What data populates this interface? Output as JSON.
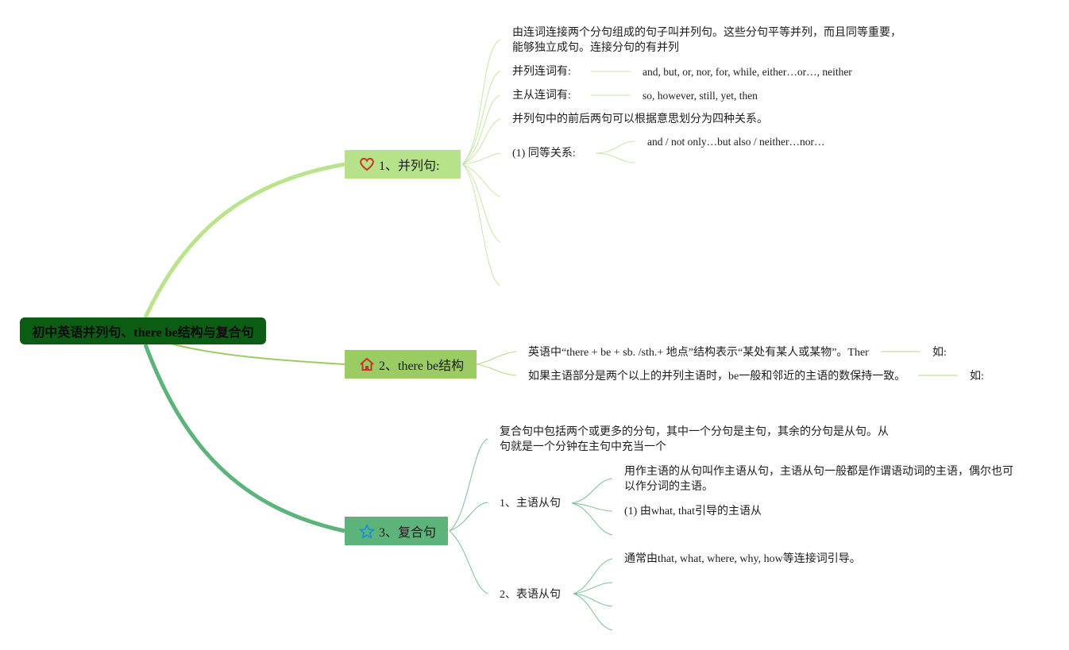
{
  "root": {
    "title": "初中英语并列句、there be结构与复合句"
  },
  "branch1": {
    "label": "1、并列句:",
    "icon": "heart-icon",
    "definition": "由连词连接两个分句组成的句子叫并列句。这些分句平等并列，而且同等重要，能够独立成句。连接分句的有并列",
    "coord_label": "并列连词有:",
    "coord_value": "and, but, or, nor, for, while, either…or…, neither",
    "sub_label": "主从连词有:",
    "sub_value": "so, however, still, yet, then",
    "relations": "并列句中的前后两句可以根据意思划分为四种关系。",
    "rel1_label": "(1) 同等关系:",
    "rel1_value": "and / not only…but also / neither…nor…"
  },
  "branch2": {
    "label": "2、there be结构",
    "icon": "house-icon",
    "line1": "英语中“there + be + sb. /sth.+ 地点”结构表示“某处有某人或某物”。Ther",
    "line1_example": "如:",
    "line2": "如果主语部分是两个以上的并列主语时，be一般和邻近的主语的数保持一致。",
    "line2_example": "如:"
  },
  "branch3": {
    "label": "3、复合句",
    "icon": "star-icon",
    "definition": "复合句中包括两个或更多的分句，其中一个分句是主句，其余的分句是从句。从句就是一个分钟在主句中充当一个",
    "subject_clause": {
      "label": "1、主语从句",
      "definition": "用作主语的从句叫作主语从句，主语从句一般都是作谓语动词的主语，偶尔也可以作分词的主语。",
      "item1": "(1) 由what, that引导的主语从"
    },
    "predicative_clause": {
      "label": "2、表语从句",
      "item1": "通常由that, what, where, why, how等连接词引导。"
    }
  },
  "colors": {
    "root_bg": "#0a5d12",
    "branch1": "#b6e28a",
    "branch2": "#9bcc63",
    "branch3": "#5cb47a"
  }
}
